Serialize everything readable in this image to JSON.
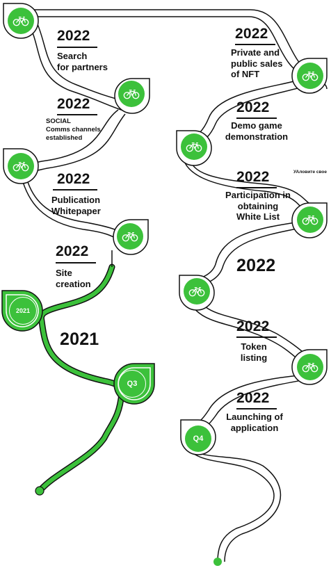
{
  "left_branch": {
    "milestones": [
      {
        "year": "2022",
        "lines": [
          "Search",
          "for partners"
        ]
      },
      {
        "year": "2022",
        "lines": [
          "SOCIAL",
          "Comms channels",
          "established"
        ]
      },
      {
        "year": "2022",
        "lines": [
          "Publication",
          "Whitepaper"
        ]
      },
      {
        "year": "2022",
        "lines": [
          "Site",
          "creation"
        ]
      }
    ],
    "badge_2021": "2021",
    "year_2021": "2021",
    "badge_q3": "Q3"
  },
  "right_branch": {
    "milestones": [
      {
        "year": "2022",
        "lines": [
          "Private and",
          "public sales",
          "of NFT"
        ]
      },
      {
        "year": "2022",
        "lines": [
          "Demo game",
          "demonstration"
        ]
      },
      {
        "year": "2022",
        "lines": [
          "Participation in",
          "obtaining",
          "White List"
        ]
      },
      {
        "year": "2022",
        "lines": [
          "Token",
          "listing"
        ]
      },
      {
        "year": "2022",
        "lines": [
          "Launching of",
          "application"
        ]
      }
    ],
    "note": "УАловите свое",
    "year_big": "2022",
    "badge_q4": "Q4"
  },
  "icons": {
    "bike": "bicycle-icon"
  },
  "colors": {
    "accent": "#3cc13b",
    "path": "#111111",
    "background": "#ffffff"
  }
}
